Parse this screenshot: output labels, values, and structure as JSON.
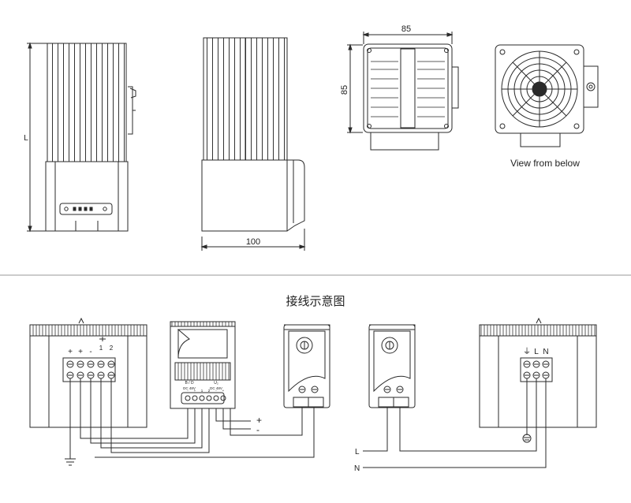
{
  "dimensions": {
    "length_label": "L",
    "height_label": "100",
    "width_top_label": "85",
    "depth_side_label": "85"
  },
  "bottom_view_caption": "View from below",
  "wiring_title": "接线示意图",
  "heater_dc": {
    "terminal_labels": [
      "+",
      "+",
      "-",
      "1",
      "2"
    ]
  },
  "controller": {
    "label_left": "B / D",
    "label_left_sub": "DC 48V",
    "label_right": "U₂",
    "label_right_sub": "DC 48V",
    "pin_labels": [
      "-",
      "+",
      "1",
      "2",
      "-",
      "+"
    ]
  },
  "supply": {
    "plus": "+",
    "minus": "-"
  },
  "heater_ac": {
    "terminal_labels": [
      "⏚",
      "L",
      "N"
    ]
  },
  "mains": {
    "line": "L",
    "neutral": "N"
  },
  "colors": {
    "line": "#2a2a2a",
    "fill": "#ffffff",
    "gray": "#9a9a9a"
  }
}
